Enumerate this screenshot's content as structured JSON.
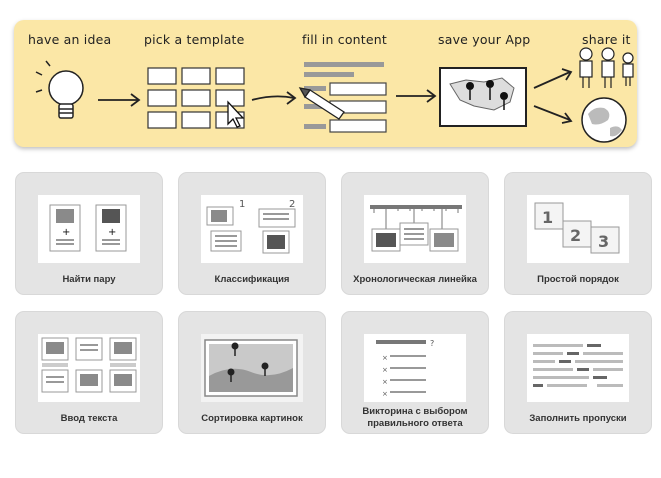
{
  "banner": {
    "steps": [
      {
        "label": "have an idea"
      },
      {
        "label": "pick a template"
      },
      {
        "label": "fill in content"
      },
      {
        "label": "save your App"
      },
      {
        "label": "share it"
      }
    ]
  },
  "templates": [
    {
      "label": "Найти пару"
    },
    {
      "label": "Классификация"
    },
    {
      "label": "Хронологическая линейка"
    },
    {
      "label": "Простой порядок"
    },
    {
      "label": "Ввод текста"
    },
    {
      "label": "Сортировка картинок"
    },
    {
      "label": "Викторина с выбором правильного ответа"
    },
    {
      "label": "Заполнить пропуски"
    }
  ],
  "classification_numbers": [
    "1",
    "2"
  ],
  "order_numbers": [
    "1",
    "2",
    "3"
  ],
  "colors": {
    "banner": "#fbe7a6",
    "tile": "#e4e4e4"
  }
}
